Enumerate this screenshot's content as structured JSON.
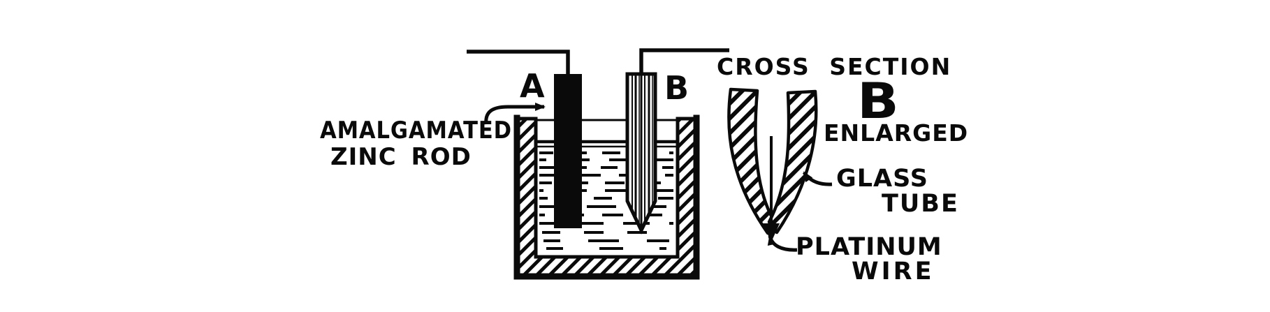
{
  "figure": {
    "paper_color": "#ffffff",
    "ink_color": "#0a0a0a"
  },
  "labels": {
    "electrode_a": "A",
    "electrode_b": "B",
    "zinc_rod": {
      "line1": "AMALGAMATED",
      "line2": "ZINC ROD"
    },
    "cross_section": {
      "title": "CROSS SECTION",
      "letter": "B",
      "subtitle": "ENLARGED"
    },
    "glass_tube": {
      "line1": "GLASS",
      "line2": "TUBE"
    },
    "platinum_wire": {
      "line1": "PLATINUM",
      "line2": "WIRE"
    }
  }
}
